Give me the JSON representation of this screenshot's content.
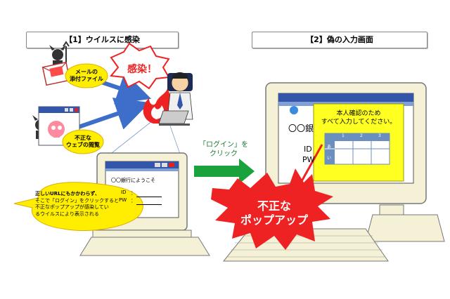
{
  "panels": {
    "left_title": "【1】ウイルスに感染",
    "right_title": "【2】偽の入力画面"
  },
  "callouts": {
    "infection": "感染！",
    "attachment": [
      "メールの",
      "添付ファイル"
    ],
    "browsing": [
      "不正な",
      "ウェブの閲覧"
    ],
    "explanation": [
      "正しいURLにもかかわらず、",
      "そこで「ログイン」をクリックすると",
      "不正なポップアップが感染してい",
      "るウイルスにより表示される"
    ],
    "popup_burst": [
      "不正な",
      "ポップアップ"
    ]
  },
  "arrow": {
    "label": [
      "「ログイン」を",
      "クリック"
    ]
  },
  "small_screen": {
    "greeting": "〇〇銀行にようこそ",
    "id_label": "ID",
    "pw_label": "PW",
    "id_value": "：",
    "pw_value": "："
  },
  "big_screen": {
    "greeting_partial": "〇〇銀",
    "id_partial": "ID",
    "pw_partial": "PW",
    "popup_message": [
      "本人確認のため",
      "すべて入力してください。"
    ],
    "grid_header": [
      "1",
      "2",
      "3"
    ],
    "grid_rows": [
      "あ",
      "い"
    ]
  },
  "colors": {
    "blue_arrow": "#3d6ec9",
    "green_arrow": "#1aa33c",
    "callout_yellow": "#ffee00",
    "popup_yellow": "#ffff22",
    "burst_red": "#ee2222",
    "monitor_beige": "#f4f1d6",
    "screen_blue": "#3355aa"
  }
}
